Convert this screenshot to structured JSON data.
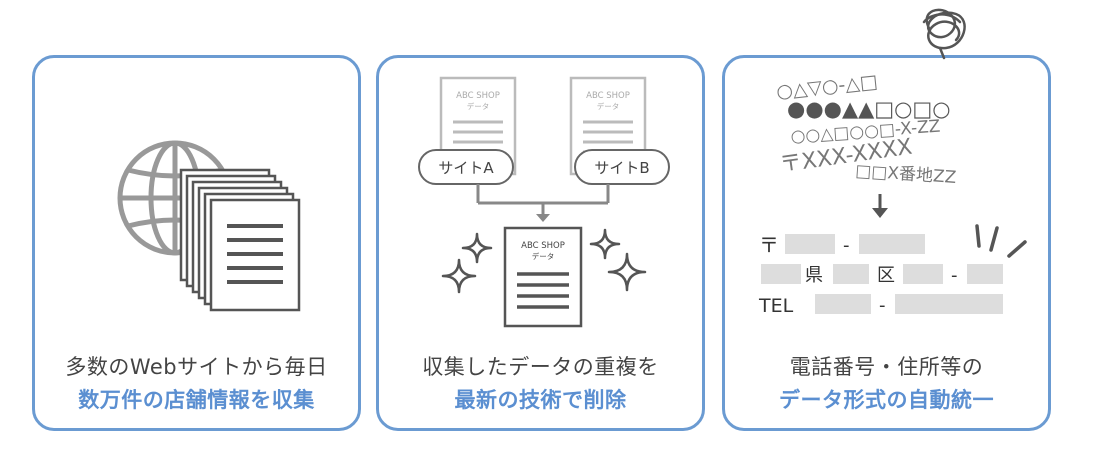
{
  "colors": {
    "border": "#6b9bd2",
    "accent": "#5b8fd1",
    "ink": "#444444",
    "gray": "#888888",
    "lightgray": "#dddddd"
  },
  "card1": {
    "line1": "多数のWebサイトから毎日",
    "line2": "数万件の店舗情報を収集",
    "icons": [
      "globe-icon",
      "document-stack-icon"
    ]
  },
  "card2": {
    "doc_title": "ABC SHOP",
    "doc_subtitle": "データ",
    "site_a": "サイトA",
    "site_b": "サイトB",
    "line1": "収集したデータの重複を",
    "line2": "最新の技術で削除",
    "icons": [
      "document-icon",
      "arrow-down-icon",
      "sparkle-icon"
    ]
  },
  "card3": {
    "messy": {
      "row1": "○△▽○-△□",
      "row2": "●●●▲▲□○□○",
      "row3": "○○△□○○□-X-ZZ",
      "row4": "〒XXX-XXXX",
      "row5": "□□X番地ZZ"
    },
    "postal": "〒",
    "dash": "-",
    "pref": "県",
    "ward": "区",
    "tel": "TEL",
    "line1": "電話番号・住所等の",
    "line2": "データ形式の自動統一",
    "icons": [
      "scribble-icon",
      "arrow-down-icon",
      "emphasis-lines-icon"
    ]
  }
}
